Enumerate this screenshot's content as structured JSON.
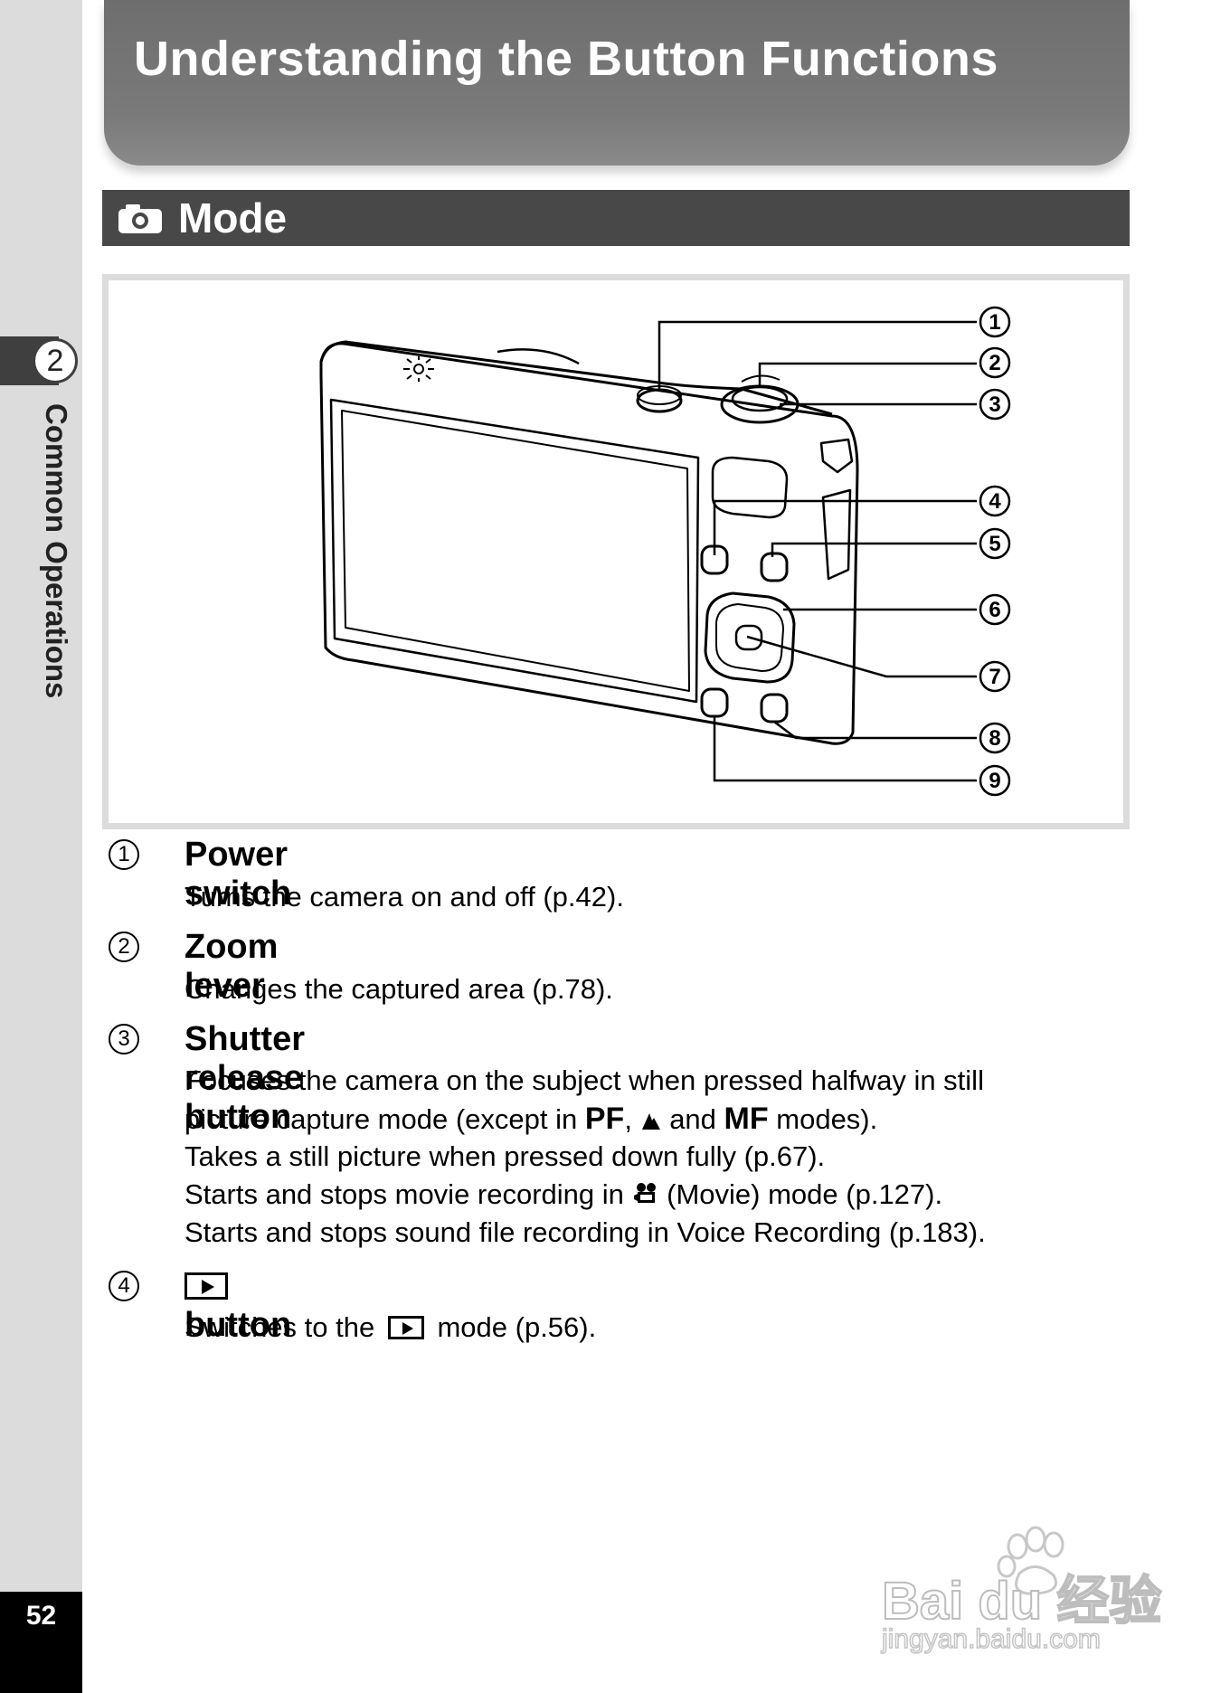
{
  "sidebar": {
    "chapter_number": "2",
    "chapter_label": "Common Operations",
    "page_number": "52"
  },
  "header": {
    "title": "Understanding the Button Functions"
  },
  "section": {
    "icon": "camera-icon",
    "title": "Mode"
  },
  "figure": {
    "callouts": [
      "1",
      "2",
      "3",
      "4",
      "5",
      "6",
      "7",
      "8",
      "9"
    ]
  },
  "items": [
    {
      "number": "1",
      "title": "Power switch",
      "lines": [
        "Turns the camera on and off (p.42)."
      ]
    },
    {
      "number": "2",
      "title": "Zoom lever",
      "lines": [
        "Changes the captured area (p.78)."
      ]
    },
    {
      "number": "3",
      "title": "Shutter release button",
      "lines": [
        "Focuses the camera on the subject when pressed halfway in still",
        "picture capture mode (except in",
        "PF",
        ",",
        "and",
        "MF",
        "modes).",
        "Takes a still picture when pressed down fully (p.67).",
        "Starts and stops movie recording in",
        "(Movie) mode (p.127).",
        "Starts and stops sound file recording in Voice Recording (p.183)."
      ]
    },
    {
      "number": "4",
      "title": "button",
      "title_icon": "playback-icon",
      "lines": [
        "Switches to the",
        "mode (p.56)."
      ]
    }
  ],
  "watermark": {
    "brand": "Bai du 经验",
    "url": "jingyan.baidu.com"
  }
}
